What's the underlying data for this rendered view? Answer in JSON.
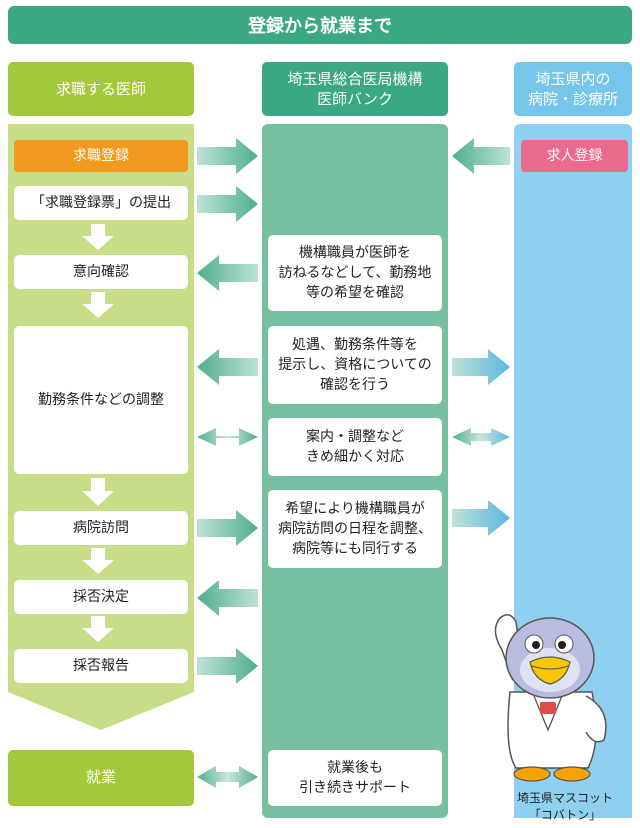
{
  "title": "登録から就業まで",
  "columns": {
    "left": "求職する医師",
    "middle": "埼玉県総合医局機構\n医師バンク",
    "right": "埼玉県内の\n病院・診療所"
  },
  "left_steps": {
    "register": "求職登録",
    "submit_form": "「求職登録票」の提出",
    "confirm_intent": "意向確認",
    "adjust_conditions": "勤務条件などの調整",
    "hospital_visit": "病院訪問",
    "decision": "採否決定",
    "report": "採否報告",
    "employment": "就業"
  },
  "middle_boxes": {
    "visit_doctor": "機構職員が医師を\n訪ねるなどして、勤務地\n等の希望を確認",
    "present_conditions": "処遇、勤務条件等を\n提示し、資格についての\n確認を行う",
    "guidance": "案内・調整など\nきめ細かく対応",
    "accompany": "希望により機構職員が\n病院訪問の日程を調整、\n病院等にも同行する",
    "support": "就業後も\n引き続きサポート"
  },
  "right_steps": {
    "job_register": "求人登録"
  },
  "mascot": {
    "caption_line1": "埼玉県マスコット",
    "caption_line2": "「コバトン」"
  },
  "colors": {
    "title": "#3aa882",
    "doctor": "#a3c93a",
    "bank": "#3aa882",
    "hospital": "#75c6ea",
    "register": "#f29a1e",
    "job_register": "#ea6b8e"
  }
}
